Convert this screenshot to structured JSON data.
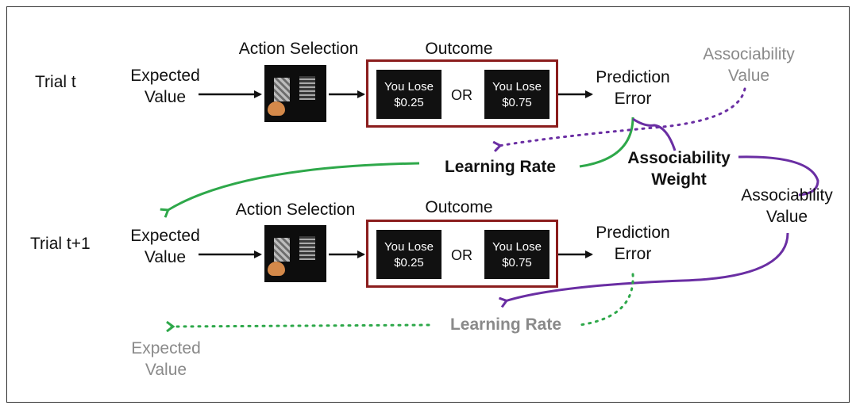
{
  "trial1": {
    "label": "Trial t",
    "expected_value": [
      "Expected",
      "Value"
    ],
    "action_selection": "Action Selection",
    "outcome": "Outcome",
    "lose_a": [
      "You Lose",
      "$0.25"
    ],
    "or": "OR",
    "lose_b": [
      "You Lose",
      "$0.75"
    ],
    "prediction_error": [
      "Prediction",
      "Error"
    ],
    "associability_value": [
      "Associability",
      "Value"
    ]
  },
  "middle": {
    "learning_rate": "Learning Rate",
    "associability_weight": [
      "Associability",
      "Weight"
    ],
    "associability_value": [
      "Associability",
      "Value"
    ]
  },
  "trial2": {
    "label": "Trial t+1",
    "expected_value": [
      "Expected",
      "Value"
    ],
    "action_selection": "Action Selection",
    "outcome": "Outcome",
    "lose_a": [
      "You Lose",
      "$0.25"
    ],
    "or": "OR",
    "lose_b": [
      "You Lose",
      "$0.75"
    ],
    "prediction_error": [
      "Prediction",
      "Error"
    ]
  },
  "bottom": {
    "learning_rate": "Learning Rate",
    "expected_value": [
      "Expected",
      "Value"
    ]
  },
  "colors": {
    "green": "#2ea84a",
    "purple": "#6a2ea3",
    "outcome_border": "#8b1d1d",
    "gray_text": "#8a8a8a"
  }
}
